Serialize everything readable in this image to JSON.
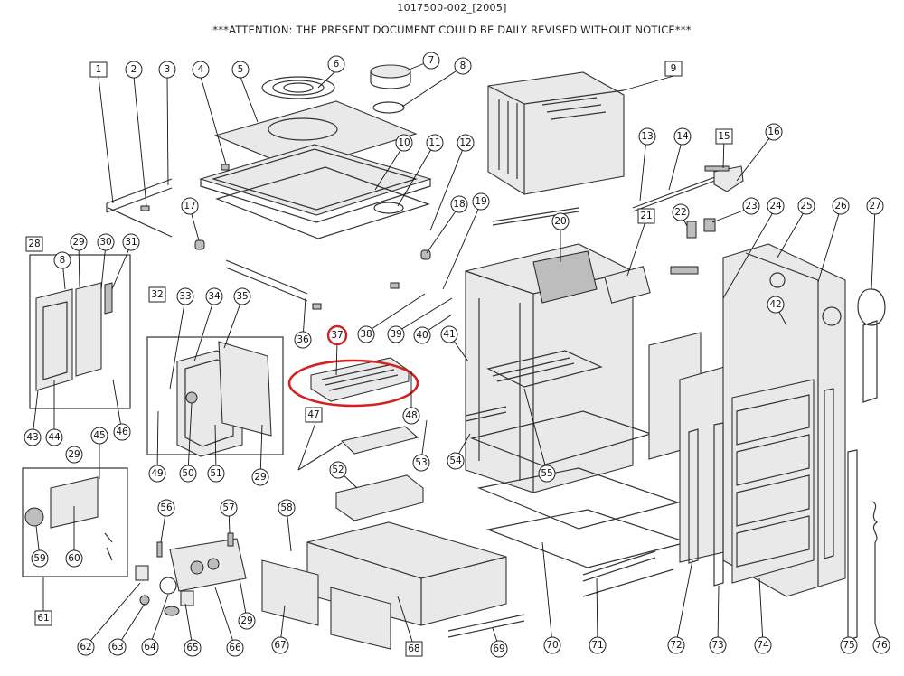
{
  "header": {
    "doc_id": "1017500-002_[2005]",
    "notice": "***ATTENTION: THE PRESENT DOCUMENT COULD BE DAILY REVISED WITHOUT NOTICE***"
  },
  "callouts": [
    {
      "id": "c1",
      "label": "1",
      "boxed": true
    },
    {
      "id": "c2",
      "label": "2"
    },
    {
      "id": "c3",
      "label": "3"
    },
    {
      "id": "c4",
      "label": "4"
    },
    {
      "id": "c5",
      "label": "5"
    },
    {
      "id": "c6",
      "label": "6"
    },
    {
      "id": "c7",
      "label": "7"
    },
    {
      "id": "c8",
      "label": "8"
    },
    {
      "id": "c9",
      "label": "9",
      "boxed": true
    },
    {
      "id": "c10",
      "label": "10"
    },
    {
      "id": "c11",
      "label": "11"
    },
    {
      "id": "c12",
      "label": "12"
    },
    {
      "id": "c13",
      "label": "13"
    },
    {
      "id": "c14",
      "label": "14"
    },
    {
      "id": "c15",
      "label": "15"
    },
    {
      "id": "c16",
      "label": "16"
    },
    {
      "id": "c17",
      "label": "17"
    },
    {
      "id": "c18",
      "label": "18"
    },
    {
      "id": "c19",
      "label": "19"
    },
    {
      "id": "c20",
      "label": "20"
    },
    {
      "id": "c21",
      "label": "21",
      "boxed": true
    },
    {
      "id": "c22",
      "label": "22"
    },
    {
      "id": "c23",
      "label": "23"
    },
    {
      "id": "c24",
      "label": "24"
    },
    {
      "id": "c25",
      "label": "25"
    },
    {
      "id": "c26",
      "label": "26"
    },
    {
      "id": "c27",
      "label": "27"
    },
    {
      "id": "c28",
      "label": "28",
      "boxed": true
    },
    {
      "id": "c29a",
      "label": "29"
    },
    {
      "id": "c30",
      "label": "30"
    },
    {
      "id": "c31",
      "label": "31"
    },
    {
      "id": "c32",
      "label": "32",
      "boxed": true
    },
    {
      "id": "c33",
      "label": "33"
    },
    {
      "id": "c34",
      "label": "34"
    },
    {
      "id": "c35",
      "label": "35"
    },
    {
      "id": "c36",
      "label": "36"
    },
    {
      "id": "c37",
      "label": "37",
      "highlight": true
    },
    {
      "id": "c38",
      "label": "38"
    },
    {
      "id": "c39",
      "label": "39"
    },
    {
      "id": "c40",
      "label": "40"
    },
    {
      "id": "c41",
      "label": "41"
    },
    {
      "id": "c42",
      "label": "42"
    },
    {
      "id": "c8b",
      "label": "8"
    },
    {
      "id": "c43",
      "label": "43"
    },
    {
      "id": "c44",
      "label": "44"
    },
    {
      "id": "c45",
      "label": "45"
    },
    {
      "id": "c46",
      "label": "46"
    },
    {
      "id": "c47",
      "label": "47",
      "boxed": true
    },
    {
      "id": "c48",
      "label": "48"
    },
    {
      "id": "c49",
      "label": "49"
    },
    {
      "id": "c50",
      "label": "50"
    },
    {
      "id": "c51",
      "label": "51"
    },
    {
      "id": "c29b",
      "label": "29"
    },
    {
      "id": "c29c",
      "label": "29"
    },
    {
      "id": "c52",
      "label": "52"
    },
    {
      "id": "c53",
      "label": "53"
    },
    {
      "id": "c54",
      "label": "54"
    },
    {
      "id": "c55",
      "label": "55"
    },
    {
      "id": "c56",
      "label": "56"
    },
    {
      "id": "c57",
      "label": "57"
    },
    {
      "id": "c58",
      "label": "58"
    },
    {
      "id": "c59",
      "label": "59"
    },
    {
      "id": "c60",
      "label": "60"
    },
    {
      "id": "c61",
      "label": "61",
      "boxed": true
    },
    {
      "id": "c62",
      "label": "62"
    },
    {
      "id": "c63",
      "label": "63"
    },
    {
      "id": "c64",
      "label": "64"
    },
    {
      "id": "c65",
      "label": "65"
    },
    {
      "id": "c66",
      "label": "66"
    },
    {
      "id": "c29d",
      "label": "29"
    },
    {
      "id": "c67",
      "label": "67"
    },
    {
      "id": "c68",
      "label": "68",
      "boxed": true
    },
    {
      "id": "c69",
      "label": "69"
    },
    {
      "id": "c70",
      "label": "70"
    },
    {
      "id": "c71",
      "label": "71"
    },
    {
      "id": "c72",
      "label": "72"
    },
    {
      "id": "c73",
      "label": "73"
    },
    {
      "id": "c74",
      "label": "74"
    },
    {
      "id": "c75",
      "label": "75"
    },
    {
      "id": "c76",
      "label": "76"
    }
  ],
  "highlight": {
    "target": "37",
    "color": "#d42020"
  }
}
